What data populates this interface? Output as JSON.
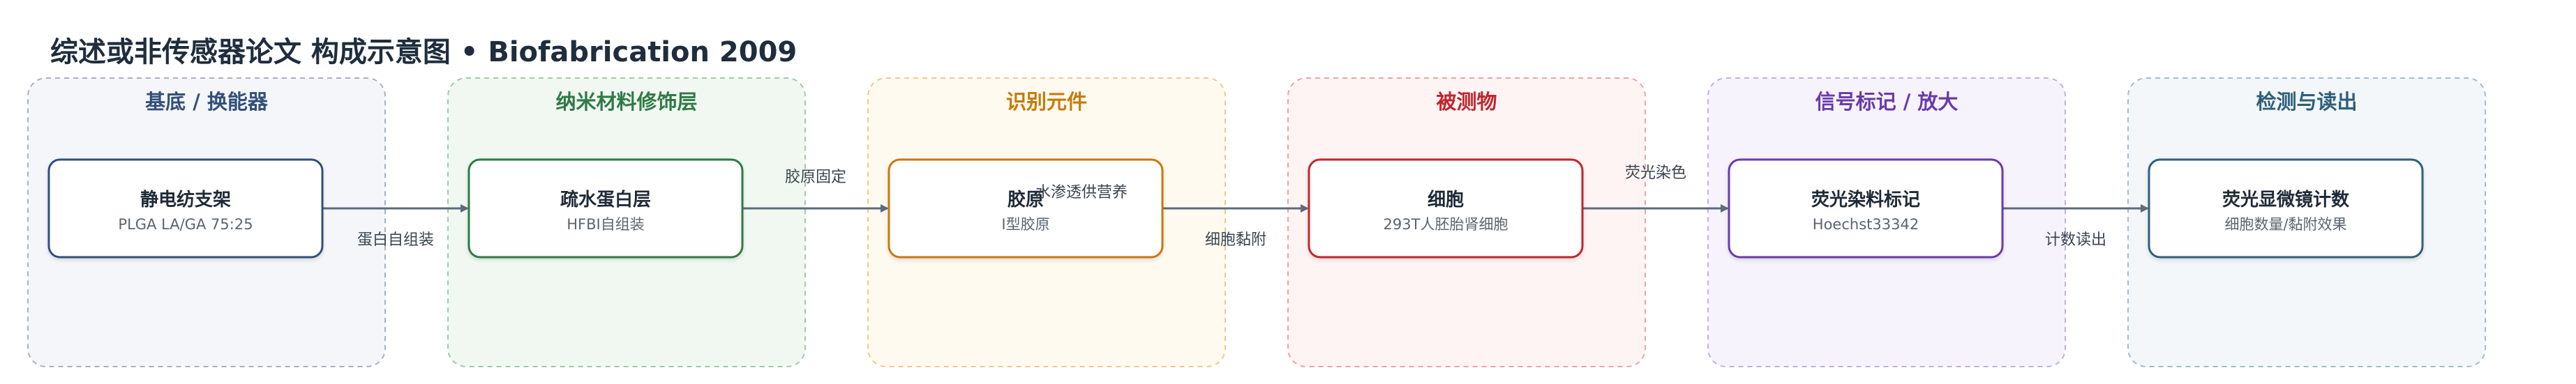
{
  "title": "综述或非传感器论文 构成示意图 • Biofabrication 2009",
  "lanes": [
    {
      "label": "基底 / 换能器",
      "color": "#33507a",
      "bg": "#f4f6fa",
      "border": "#a6b1c4"
    },
    {
      "label": "纳米材料修饰层",
      "color": "#2f7a47",
      "bg": "#f1f8f1",
      "border": "#9fcaa8"
    },
    {
      "label": "识别元件",
      "color": "#c77a0a",
      "bg": "#fffaf0",
      "border": "#efc98a"
    },
    {
      "label": "被测物",
      "color": "#c0262d",
      "bg": "#fff4f4",
      "border": "#eaa3a6"
    },
    {
      "label": "信号标记 / 放大",
      "color": "#6a3aa8",
      "bg": "#f7f3fc",
      "border": "#c3b0de"
    },
    {
      "label": "检测与读出",
      "color": "#2e5f7a",
      "bg": "#f3f7fa",
      "border": "#a3bccb"
    }
  ],
  "nodes": [
    {
      "id": "scaffold",
      "title": "静电纺支架",
      "subtitle": "PLGA LA/GA 75:25",
      "border": "#33507a"
    },
    {
      "id": "hfbi",
      "title": "疏水蛋白层",
      "subtitle": "HFBI自组装",
      "border": "#2f7a47"
    },
    {
      "id": "collagen",
      "title": "胶原",
      "subtitle": "I型胶原",
      "border": "#c77a0a"
    },
    {
      "id": "cells",
      "title": "细胞",
      "subtitle": "293T人胚胎肾细胞",
      "border": "#c0262d"
    },
    {
      "id": "hoechst",
      "title": "荧光染料标记",
      "subtitle": "Hoechst33342",
      "border": "#6a3aa8"
    },
    {
      "id": "microscopy",
      "title": "荧光显微镜计数",
      "subtitle": "细胞数量/黏附效果",
      "border": "#2e5f7a"
    }
  ],
  "edges": [
    {
      "from": "scaffold",
      "to": "hfbi",
      "label": "蛋白自组装"
    },
    {
      "from": "hfbi",
      "to": "collagen",
      "label": "胶原固定"
    },
    {
      "from": "collagen",
      "to": "cells",
      "label": "细胞黏附"
    },
    {
      "from": "cells",
      "to": "hoechst",
      "label": "荧光染色"
    },
    {
      "from": "hoechst",
      "to": "microscopy",
      "label": "计数读出"
    },
    {
      "from": "collagen",
      "to": "cells",
      "label": "水渗透供营养"
    }
  ],
  "colors": {
    "edge": "#5c6b7a",
    "node_fill": "#ffffff"
  }
}
